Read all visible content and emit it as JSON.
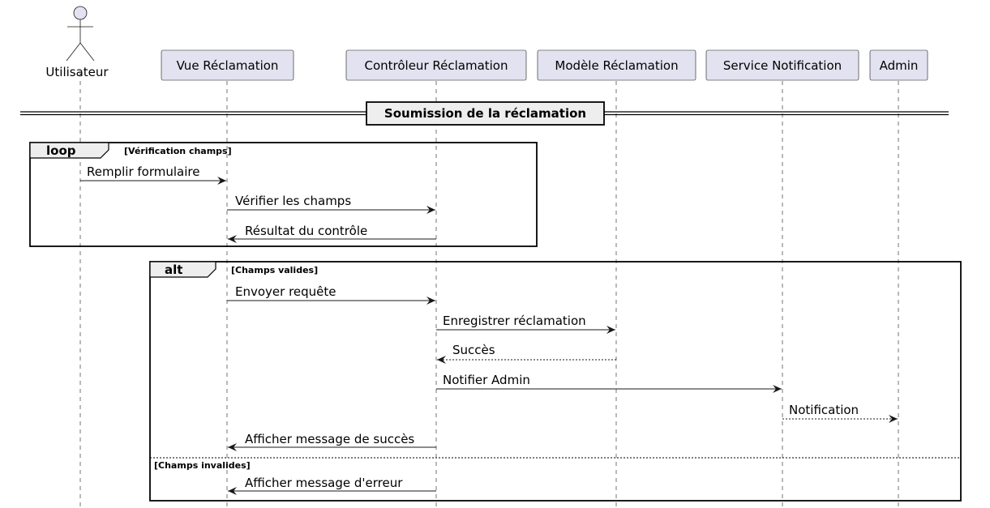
{
  "participants": [
    {
      "id": "user",
      "label": "Utilisateur",
      "type": "actor"
    },
    {
      "id": "vue",
      "label": "Vue Réclamation",
      "type": "participant"
    },
    {
      "id": "ctrl",
      "label": "Contrôleur Réclamation",
      "type": "participant"
    },
    {
      "id": "model",
      "label": "Modèle Réclamation",
      "type": "participant"
    },
    {
      "id": "notif",
      "label": "Service Notification",
      "type": "participant"
    },
    {
      "id": "admin",
      "label": "Admin",
      "type": "participant"
    }
  ],
  "divider": {
    "label": "Soumission de la réclamation"
  },
  "fragments": {
    "loop": {
      "keyword": "loop",
      "guard": "[Vérification champs]"
    },
    "alt": {
      "keyword": "alt",
      "guard": "[Champs valides]",
      "else_guard": "[Champs invalides]"
    }
  },
  "messages": [
    {
      "from": "user",
      "to": "vue",
      "label": "Remplir formulaire",
      "style": "solid"
    },
    {
      "from": "vue",
      "to": "ctrl",
      "label": "Vérifier les champs",
      "style": "solid"
    },
    {
      "from": "ctrl",
      "to": "vue",
      "label": "Résultat du contrôle",
      "style": "solid"
    },
    {
      "from": "vue",
      "to": "ctrl",
      "label": "Envoyer requête",
      "style": "solid"
    },
    {
      "from": "ctrl",
      "to": "model",
      "label": "Enregistrer réclamation",
      "style": "solid"
    },
    {
      "from": "model",
      "to": "ctrl",
      "label": "Succès",
      "style": "dashed"
    },
    {
      "from": "ctrl",
      "to": "notif",
      "label": "Notifier Admin",
      "style": "solid"
    },
    {
      "from": "notif",
      "to": "admin",
      "label": "Notification",
      "style": "dashed"
    },
    {
      "from": "ctrl",
      "to": "vue",
      "label": "Afficher message de succès",
      "style": "solid"
    },
    {
      "from": "ctrl",
      "to": "vue",
      "label": "Afficher message d'erreur",
      "style": "solid"
    }
  ]
}
